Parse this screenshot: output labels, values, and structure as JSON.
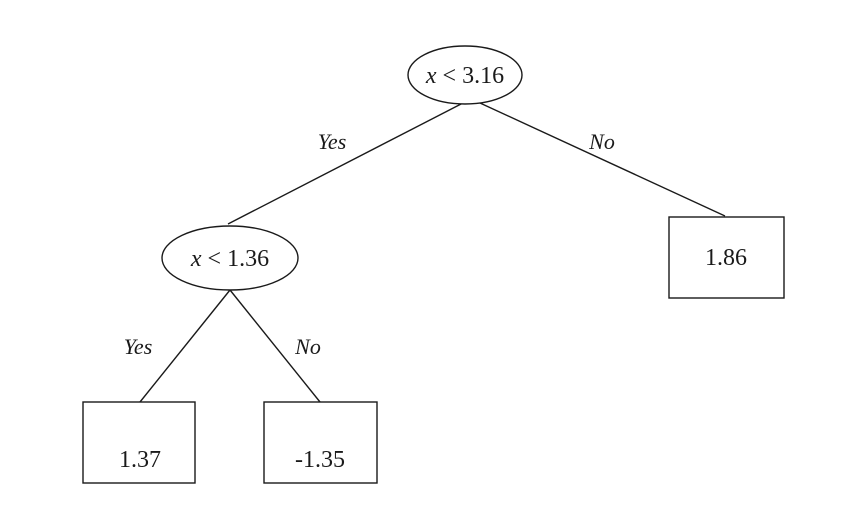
{
  "tree": {
    "root": {
      "var": "x",
      "op": "<",
      "threshold": "3.16",
      "yes_label": "Yes",
      "no_label": "No"
    },
    "left_split": {
      "var": "x",
      "op": "<",
      "threshold": "1.36",
      "yes_label": "Yes",
      "no_label": "No"
    },
    "leaves": {
      "left_left": "1.37",
      "left_right": "-1.35",
      "right": "1.86"
    }
  }
}
